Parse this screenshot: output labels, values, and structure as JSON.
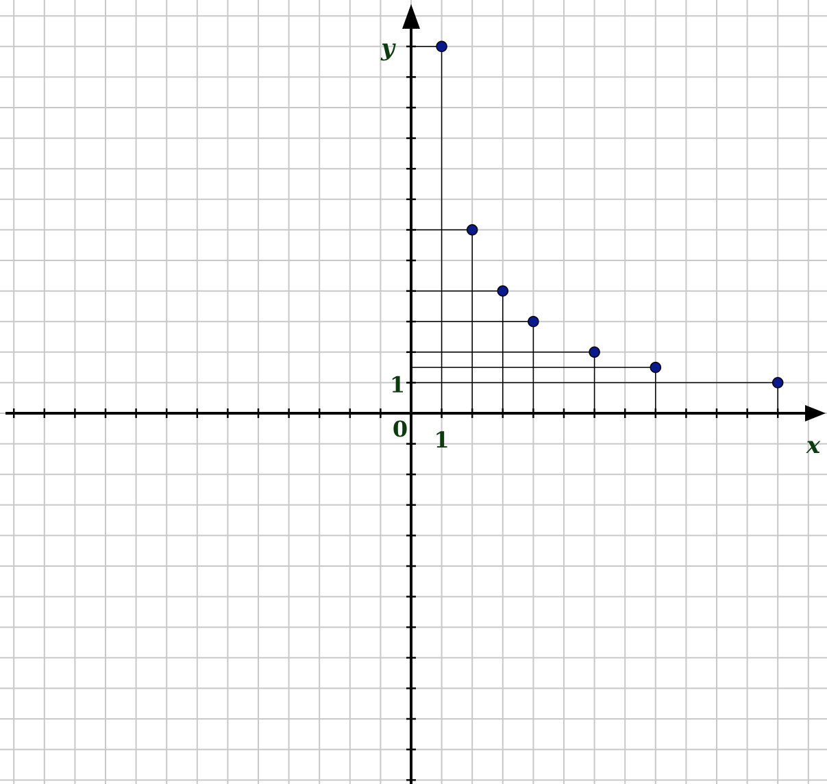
{
  "chart_data": {
    "type": "scatter",
    "title": "",
    "xlabel": "x",
    "ylabel": "y",
    "xlim": [
      -13,
      13
    ],
    "ylim": [
      -12,
      13
    ],
    "grid": true,
    "tick_labels": {
      "origin": "0",
      "x_one": "1",
      "y_one": "1"
    },
    "points": [
      {
        "x": 1,
        "y": 12
      },
      {
        "x": 2,
        "y": 6
      },
      {
        "x": 3,
        "y": 4
      },
      {
        "x": 4,
        "y": 3
      },
      {
        "x": 6,
        "y": 2
      },
      {
        "x": 8,
        "y": 1.5
      },
      {
        "x": 12,
        "y": 1
      }
    ],
    "colors": {
      "grid": "#c8c8c8",
      "axis": "#000000",
      "point_fill": "#0a1a8c",
      "label": "#0e3a10"
    }
  }
}
